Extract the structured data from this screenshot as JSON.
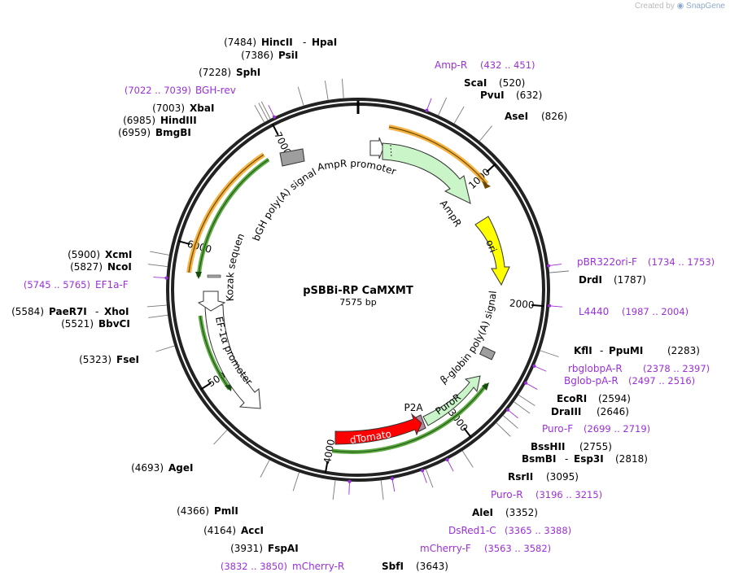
{
  "brand": {
    "created_by": "Created by",
    "app": "SnapGene"
  },
  "plasmid": {
    "name": "pSBBi-RP CaMXMT",
    "length": "7575 bp",
    "total_bp": 7575
  },
  "ticks": [
    {
      "bp": 1000,
      "label": "1000"
    },
    {
      "bp": 2000,
      "label": "2000"
    },
    {
      "bp": 3000,
      "label": "3000"
    },
    {
      "bp": 4000,
      "label": "4000"
    },
    {
      "bp": 5000,
      "label": "5000"
    },
    {
      "bp": 6000,
      "label": "6000"
    },
    {
      "bp": 7000,
      "label": "7000"
    }
  ],
  "enzymes": [
    {
      "name": "HincII",
      "name2": "HpaI",
      "pos": "(7484)",
      "bp": 7484
    },
    {
      "name": "PsiI",
      "pos": "(7386)",
      "bp": 7386
    },
    {
      "name": "SphI",
      "pos": "(7228)",
      "bp": 7228
    },
    {
      "name": "XbaI",
      "pos": "(7003)",
      "bp": 7003
    },
    {
      "name": "HindIII",
      "pos": "(6985)",
      "bp": 6985
    },
    {
      "name": "BmgBI",
      "pos": "(6959)",
      "bp": 6959
    },
    {
      "name": "ScaI",
      "pos": "(520)",
      "bp": 520
    },
    {
      "name": "PvuI",
      "pos": "(632)",
      "bp": 632
    },
    {
      "name": "AseI",
      "pos": "(826)",
      "bp": 826
    },
    {
      "name": "DrdI",
      "pos": "(1787)",
      "bp": 1787
    },
    {
      "name": "KflI",
      "name2": "PpuMI",
      "pos": "(2283)",
      "bp": 2283
    },
    {
      "name": "EcoRI",
      "pos": "(2594)",
      "bp": 2594
    },
    {
      "name": "DraIII",
      "pos": "(2646)",
      "bp": 2646
    },
    {
      "name": "BssHII",
      "pos": "(2755)",
      "bp": 2755
    },
    {
      "name": "BsmBI",
      "name2": "Esp3I",
      "pos": "(2818)",
      "bp": 2818
    },
    {
      "name": "RsrII",
      "pos": "(3095)",
      "bp": 3095
    },
    {
      "name": "AleI",
      "pos": "(3352)",
      "bp": 3352
    },
    {
      "name": "SbfI",
      "pos": "(3643)",
      "bp": 3643
    },
    {
      "name": "FspAI",
      "pos": "(3931)",
      "bp": 3931
    },
    {
      "name": "AccI",
      "pos": "(4164)",
      "bp": 4164
    },
    {
      "name": "PmlI",
      "pos": "(4366)",
      "bp": 4366
    },
    {
      "name": "AgeI",
      "pos": "(4693)",
      "bp": 4693
    },
    {
      "name": "FseI",
      "pos": "(5323)",
      "bp": 5323
    },
    {
      "name": "BbvCI",
      "pos": "(5521)",
      "bp": 5521
    },
    {
      "name": "PaeR7I",
      "name2": "XhoI",
      "pos": "(5584)",
      "bp": 5584
    },
    {
      "name": "NcoI",
      "pos": "(5827)",
      "bp": 5827
    },
    {
      "name": "XcmI",
      "pos": "(5900)",
      "bp": 5900
    }
  ],
  "primers": [
    {
      "name": "Amp-R",
      "pos": "(432 .. 451)",
      "bp": 441
    },
    {
      "name": "pBR322ori-F",
      "pos": "(1734 .. 1753)",
      "bp": 1743
    },
    {
      "name": "L4440",
      "pos": "(1987 .. 2004)",
      "bp": 1995
    },
    {
      "name": "rbglobpA-R",
      "pos": "(2378 .. 2397)",
      "bp": 2387
    },
    {
      "name": "Bglob-pA-R",
      "pos": "(2497 .. 2516)",
      "bp": 2506
    },
    {
      "name": "Puro-F",
      "pos": "(2699 .. 2719)",
      "bp": 2709
    },
    {
      "name": "Puro-R",
      "pos": "(3196 .. 3215)",
      "bp": 3205
    },
    {
      "name": "DsRed1-C",
      "pos": "(3365 .. 3388)",
      "bp": 3376
    },
    {
      "name": "mCherry-F",
      "pos": "(3563 .. 3582)",
      "bp": 3572
    },
    {
      "name": "mCherry-R",
      "pos": "(3832 .. 3850)",
      "bp": 3841
    },
    {
      "name": "EF1a-F",
      "pos": "(5745 .. 5765)",
      "bp": 5755
    },
    {
      "name": "BGH-rev",
      "pos": "(7022 .. 7039)",
      "bp": 7030
    }
  ],
  "features": [
    {
      "label": "AmpR promoter"
    },
    {
      "label": "AmpR"
    },
    {
      "label": "ori"
    },
    {
      "label": "β-globin poly(A) signal"
    },
    {
      "label": "PuroR"
    },
    {
      "label": "P2A"
    },
    {
      "label": "dTomato"
    },
    {
      "label": "EF-1α promoter"
    },
    {
      "label": "Kozak sequence"
    },
    {
      "label": "bGH poly(A) signal"
    }
  ],
  "colors": {
    "backbone": "#222222",
    "primer": "#9b30d9",
    "orange": "#f5a623",
    "green": "#4aa02c",
    "ampr_fill": "#c9f5c9",
    "ori_fill": "#ffff00",
    "dtomato_fill": "#ff0000",
    "p2a_fill": "#b5879b",
    "polya_fill": "#9e9e9e"
  }
}
